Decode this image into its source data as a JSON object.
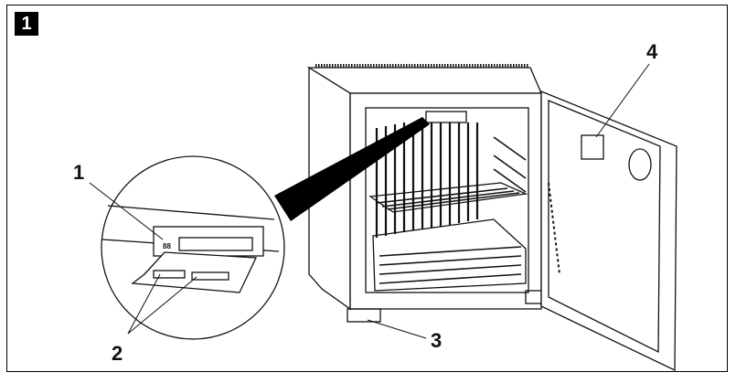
{
  "figure": {
    "number": "1",
    "callouts": [
      {
        "label": "1"
      },
      {
        "label": "2"
      },
      {
        "label": "3"
      },
      {
        "label": "4"
      }
    ],
    "detail_display_text": "88"
  }
}
